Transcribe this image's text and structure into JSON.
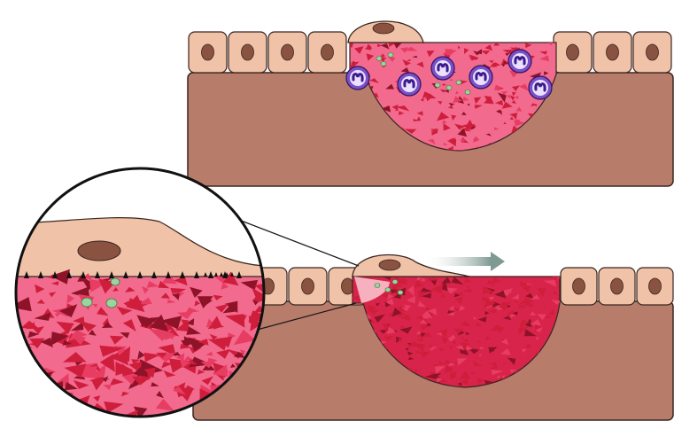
{
  "figure": {
    "panels": [
      {
        "id": "top",
        "content": [
          "epithelial-cell-row",
          "dermis-block",
          "wound-clot",
          "migrating-keratinocyte",
          "neutrophils",
          "platelets"
        ],
        "neutrophil_count": 6
      },
      {
        "id": "bottom",
        "content": [
          "epithelial-cell-row",
          "dermis-block",
          "wound-clot",
          "migrating-keratinocyte",
          "migration-arrow",
          "magnified-inset"
        ],
        "migration_direction": "right"
      }
    ],
    "inset": {
      "content": [
        "keratinocyte",
        "hemidesmosome-markers",
        "fibrin-clot",
        "platelets"
      ]
    },
    "colors": {
      "dermis": "#b87c6b",
      "dermis_shade": "#a56a5a",
      "outline": "#3a2620",
      "epithelial_cell": "#f0c2a8",
      "nucleus": "#8a5240",
      "clot_pink": "#f26a8e",
      "fibrin_red": "#cf1e3c",
      "fibrin_dark": "#8e1328",
      "neutrophil": "#7b4fc8",
      "neutrophil_nucleus": "#3f1a8a",
      "platelet": "#9bd4a0",
      "arrow": "#8fa9a2"
    }
  }
}
